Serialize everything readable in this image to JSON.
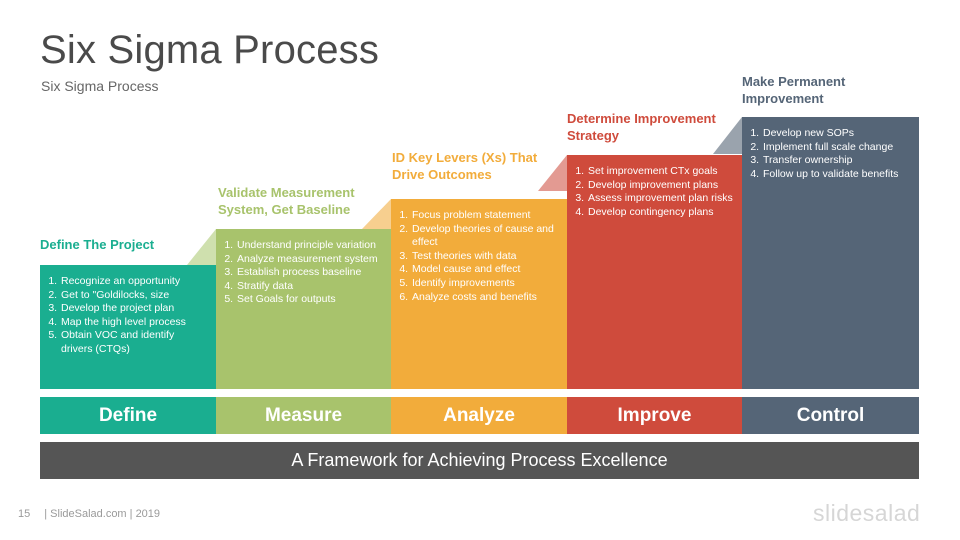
{
  "slide": {
    "title": "Six Sigma Process",
    "subtitle": "Six Sigma Process",
    "framework": "A Framework for Achieving Process Excellence",
    "footer_page": "15",
    "footer_text": "| SlideSalad.com | 2019",
    "brand": "slidesalad"
  },
  "colors": {
    "define": "#1aae90",
    "measure": "#a8c36c",
    "analyze": "#f2ac3b",
    "improve": "#cf4b3c",
    "control": "#556577",
    "define_light": "#92d7c8",
    "measure_light": "#cfe0ae",
    "analyze_light": "#f7cf8f",
    "improve_light": "#e39a92",
    "control_light": "#9aa3ad"
  },
  "stages": [
    {
      "label": "Define",
      "title": "Define The Project",
      "items": [
        "Recognize an opportunity",
        "Get to \"Goldilocks, size",
        "Develop the project plan",
        "Map the high level process",
        "Obtain VOC and identify drivers (CTQs)"
      ]
    },
    {
      "label": "Measure",
      "title": "Validate Measurement System, Get Baseline",
      "items": [
        "Understand principle variation",
        "Analyze measurement system",
        "Establish process baseline",
        "Stratify data",
        "Set Goals for outputs"
      ]
    },
    {
      "label": "Analyze",
      "title": "ID Key Levers (Xs) That Drive Outcomes",
      "items": [
        "Focus problem statement",
        "Develop theories of cause and effect",
        "Test theories with data",
        "Model cause and effect",
        "Identify improvements",
        "Analyze costs and benefits"
      ]
    },
    {
      "label": "Improve",
      "title": "Determine Improvement Strategy",
      "items": [
        "Set improvement CTx goals",
        "Develop improvement plans",
        "Assess improvement plan risks",
        "Develop contingency plans"
      ]
    },
    {
      "label": "Control",
      "title": "Make Permanent Improvement",
      "items": [
        "Develop new SOPs",
        "Implement full scale change",
        "Transfer ownership",
        "Follow up to validate benefits"
      ]
    }
  ]
}
